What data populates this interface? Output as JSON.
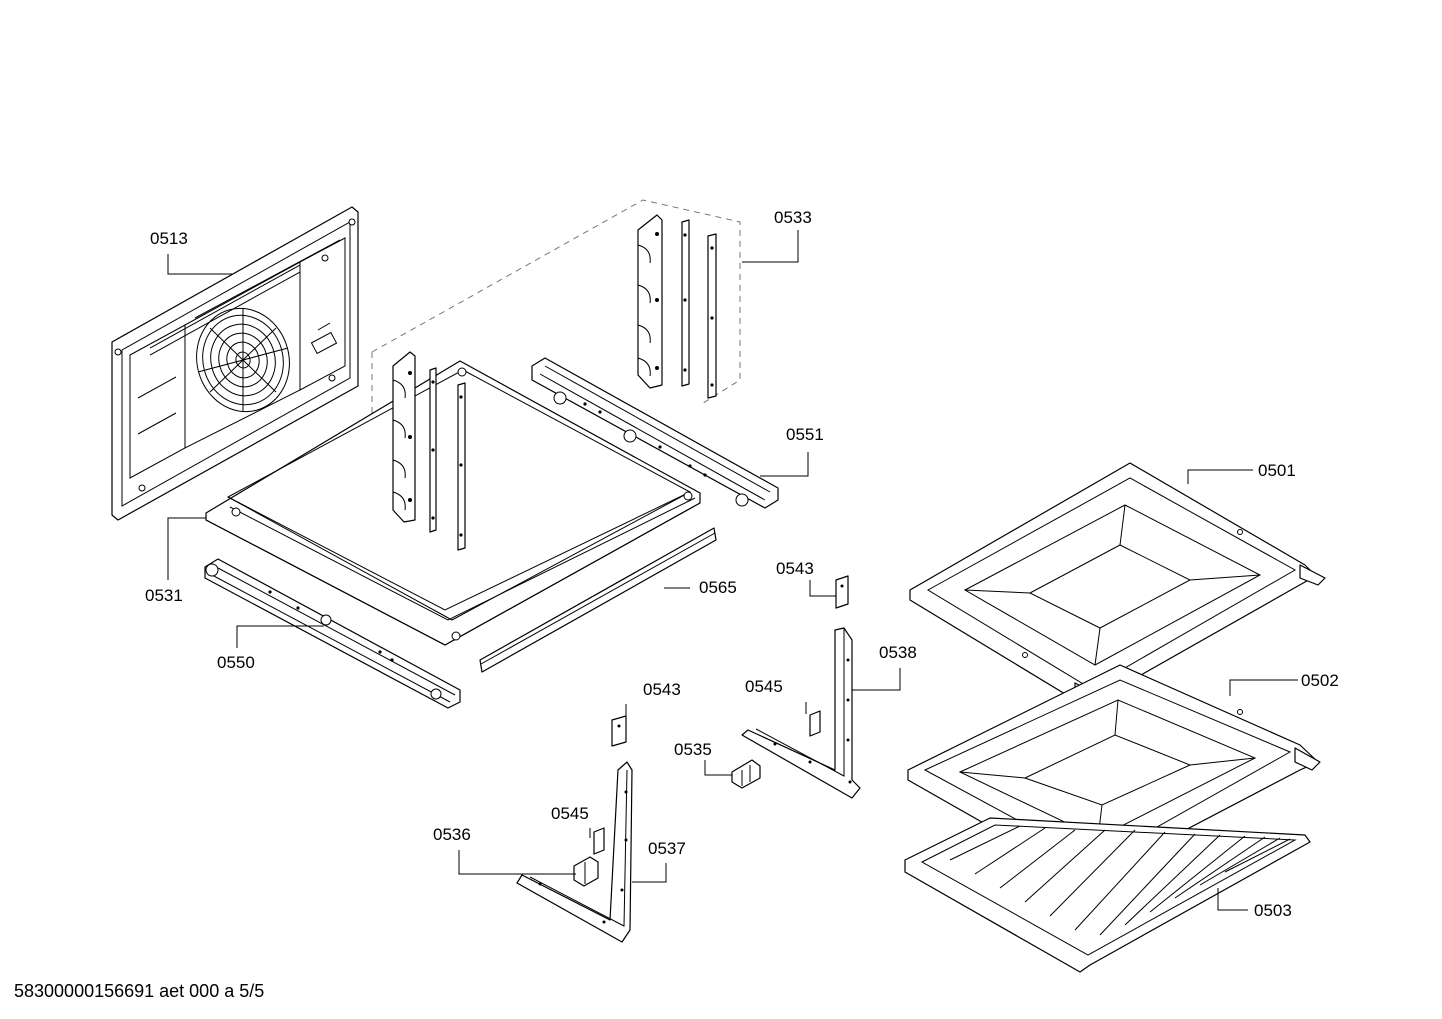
{
  "parts": [
    {
      "id": "0501"
    },
    {
      "id": "0502"
    },
    {
      "id": "0503"
    },
    {
      "id": "0513"
    },
    {
      "id": "0531"
    },
    {
      "id": "0533"
    },
    {
      "id": "0535"
    },
    {
      "id": "0536"
    },
    {
      "id": "0537"
    },
    {
      "id": "0538"
    },
    {
      "id": "0543"
    },
    {
      "id": "0543"
    },
    {
      "id": "0545"
    },
    {
      "id": "0545"
    },
    {
      "id": "0550"
    },
    {
      "id": "0551"
    },
    {
      "id": "0565"
    }
  ],
  "footer": {
    "document_code": "58300000156691 aet 000 a 5/5"
  }
}
